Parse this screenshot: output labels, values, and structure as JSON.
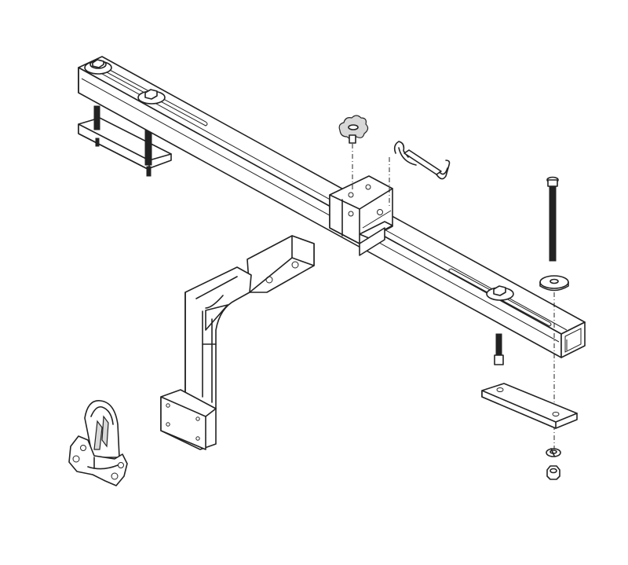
{
  "figure": {
    "type": "exploded-assembly-line-drawing",
    "line_color": "#222222",
    "background_color": "#ffffff",
    "parts": [
      {
        "name": "main-crossbar",
        "icon": "square-tube"
      },
      {
        "name": "left-mounting-bolt-outer",
        "icon": "hex-bolt"
      },
      {
        "name": "left-mounting-bolt-inner",
        "icon": "hex-bolt"
      },
      {
        "name": "left-clamp-plate",
        "icon": "flat-plate"
      },
      {
        "name": "center-sleeve-bracket",
        "icon": "square-sleeve"
      },
      {
        "name": "star-knob",
        "icon": "star-knob"
      },
      {
        "name": "hitch-pin",
        "icon": "hitch-pin-clip"
      },
      {
        "name": "long-bolt",
        "icon": "threaded-rod"
      },
      {
        "name": "flat-washer",
        "icon": "washer"
      },
      {
        "name": "right-mounting-bolt",
        "icon": "hex-bolt"
      },
      {
        "name": "right-clamp-plate",
        "icon": "flat-plate"
      },
      {
        "name": "lock-washer",
        "icon": "lock-washer"
      },
      {
        "name": "hex-nut",
        "icon": "hex-nut"
      },
      {
        "name": "drop-arm-bracket",
        "icon": "l-bracket"
      },
      {
        "name": "lock-bracket-plate",
        "icon": "cast-plate"
      }
    ]
  }
}
